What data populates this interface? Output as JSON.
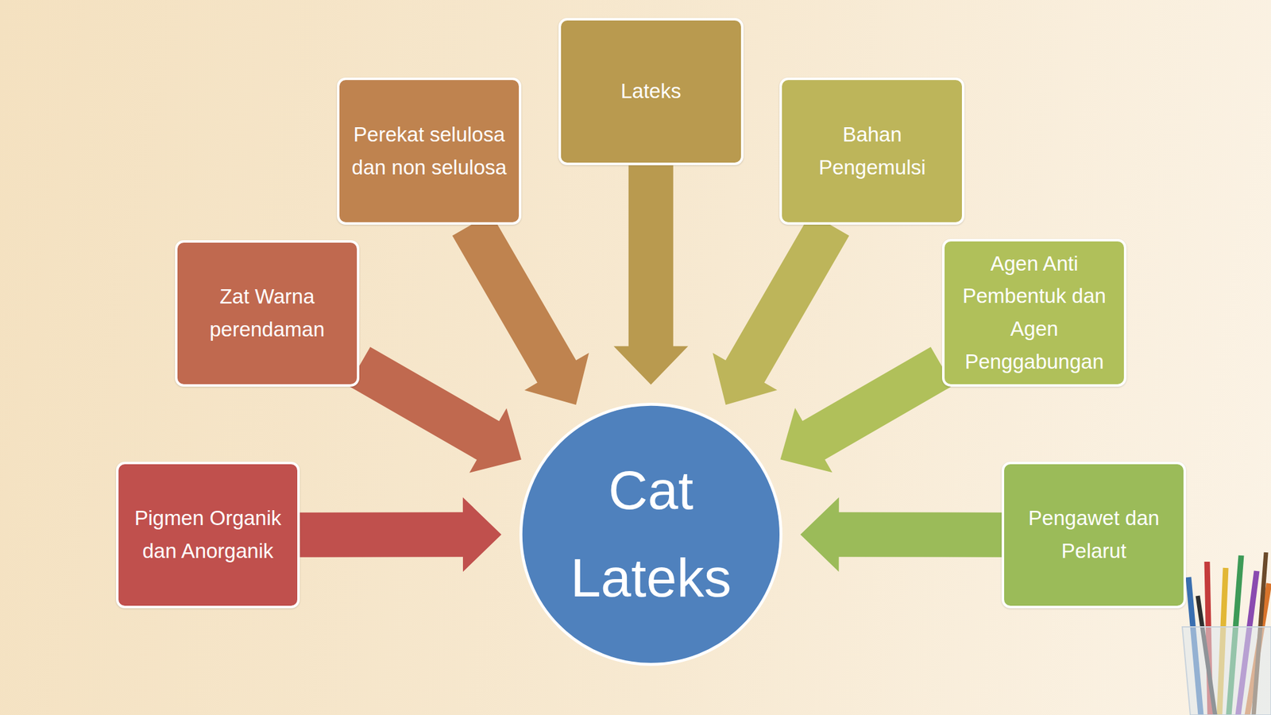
{
  "diagram": {
    "nodes": [
      {
        "text": [
          "Lateks"
        ]
      },
      {
        "text": [
          "Perekat selulosa dan non selulosa"
        ]
      },
      {
        "text": [
          "Bahan Pengemulsi"
        ]
      },
      {
        "text": [
          "Zat Warna perendaman"
        ]
      },
      {
        "text": [
          "Agen Anti Pembentuk dan Agen Penggabungan"
        ]
      },
      {
        "text": [
          "Pigmen Organik dan Anorganik"
        ]
      },
      {
        "text": [
          "Pengawet dan Pelarut"
        ]
      },
      {
        "text": [
          "Cat Lateks"
        ]
      }
    ],
    "edges": [
      {
        "from": 0,
        "to": 7,
        "arrow": "to"
      },
      {
        "from": 1,
        "to": 7,
        "arrow": "to"
      },
      {
        "from": 2,
        "to": 7,
        "arrow": "to"
      },
      {
        "from": 3,
        "to": 7,
        "arrow": "to"
      },
      {
        "from": 4,
        "to": 7,
        "arrow": "to"
      },
      {
        "from": 5,
        "to": 7,
        "arrow": "to"
      },
      {
        "from": 6,
        "to": 7,
        "arrow": "to"
      }
    ]
  }
}
